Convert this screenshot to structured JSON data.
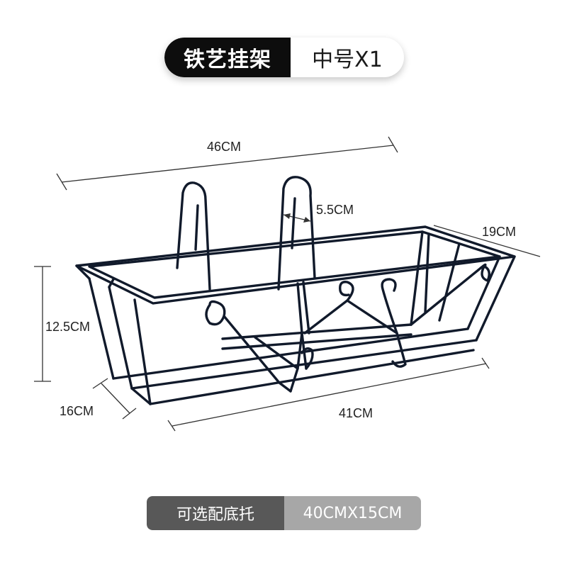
{
  "header": {
    "product_label": "铁艺挂架",
    "quantity_label": "中号X1"
  },
  "dimensions": {
    "total_length": "46CM",
    "hook_depth": "5.5CM",
    "top_width": "19CM",
    "height": "12.5CM",
    "bottom_width": "16CM",
    "bottom_length": "41CM"
  },
  "footer": {
    "option_label": "可选配底托",
    "option_size": "40CMX15CM"
  },
  "colors": {
    "wire": "#111a2b",
    "dim_line": "#333333",
    "pill_dark": "#0d0d0d",
    "footer_dark": "#585858",
    "footer_light": "#a7a7a7"
  }
}
